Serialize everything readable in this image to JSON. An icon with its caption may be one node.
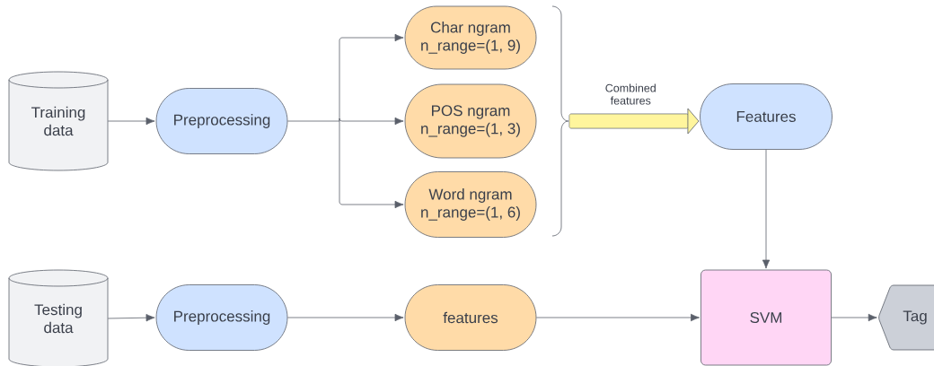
{
  "diagram": {
    "nodes": [
      {
        "text": [
          "Training data"
        ]
      },
      {
        "text": [
          "Preprocessing"
        ]
      },
      {
        "text": [
          "Char ngram",
          "n_range=(1, 9)"
        ]
      },
      {
        "text": [
          "POS ngram",
          "n_range=(1, 3)"
        ]
      },
      {
        "text": [
          "Word ngram",
          "n_range=(1, 6)"
        ]
      },
      {
        "text": [],
        "shape": "bracket"
      },
      {
        "text": [
          "Features"
        ]
      },
      {
        "text": [
          "Testing data"
        ]
      },
      {
        "text": [
          "Preprocessing"
        ]
      },
      {
        "text": [
          "features"
        ]
      },
      {
        "text": [
          "SVM"
        ]
      },
      {
        "text": [
          "Tag"
        ]
      }
    ],
    "edges": [
      {
        "from": 0,
        "to": 1,
        "arrow": "to"
      },
      {
        "from": 1,
        "to": 2,
        "arrow": "to"
      },
      {
        "from": 1,
        "to": 3,
        "arrow": "to"
      },
      {
        "from": 1,
        "to": 4,
        "arrow": "to"
      },
      {
        "from": 5,
        "to": 6,
        "arrow": "to",
        "style": "thick",
        "color": "#fff59d",
        "label": "Combined features"
      },
      {
        "from": 6,
        "to": 10,
        "arrow": "to"
      },
      {
        "from": 7,
        "to": 8,
        "arrow": "to"
      },
      {
        "from": 8,
        "to": 9,
        "arrow": "to"
      },
      {
        "from": 9,
        "to": 10,
        "arrow": "to"
      },
      {
        "from": 10,
        "to": 11,
        "arrow": "to"
      }
    ]
  }
}
